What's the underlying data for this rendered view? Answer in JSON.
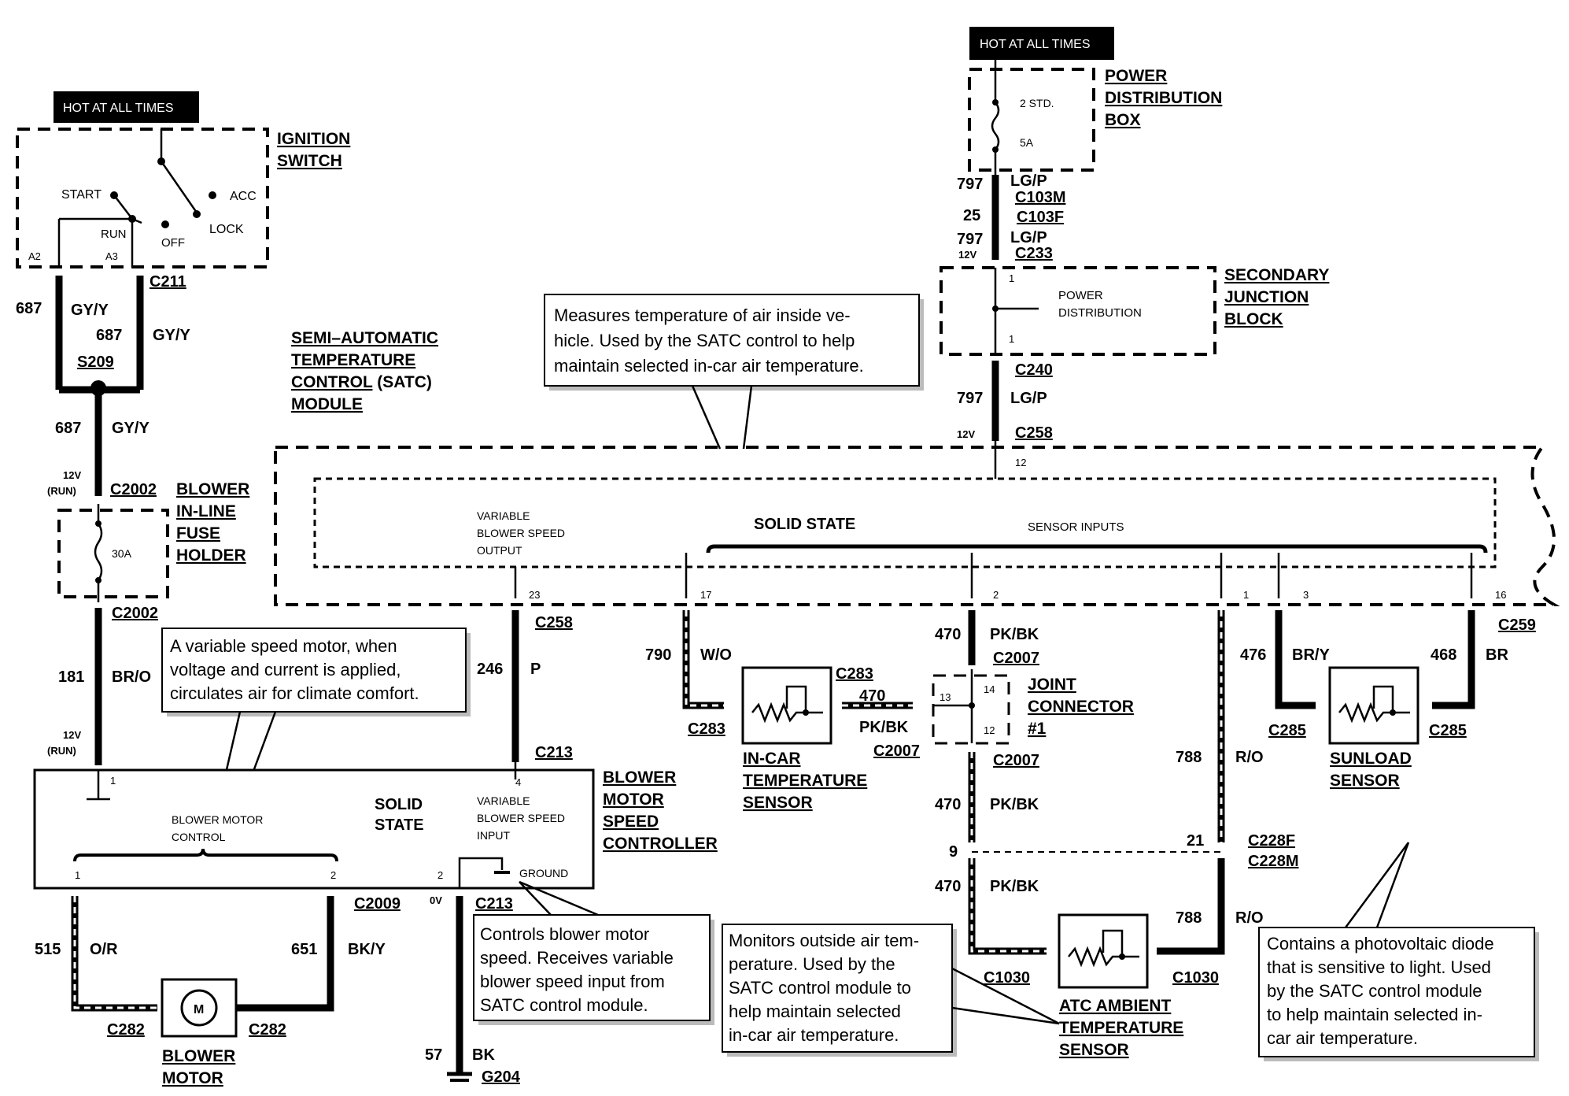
{
  "hot_labels": {
    "left": "HOT AT ALL TIMES",
    "right": "HOT AT ALL TIMES"
  },
  "ignition": {
    "title1": "IGNITION",
    "title2": "SWITCH",
    "start": "START",
    "acc": "ACC",
    "run": "RUN",
    "off": "OFF",
    "lock": "LOCK",
    "a2": "A2",
    "a3": "A3",
    "connector": "C211"
  },
  "left_circuit": {
    "w687a": "687",
    "gyy_a": "GY/Y",
    "w687b": "687",
    "gyy_b": "GY/Y",
    "splice": "S209",
    "w687c": "687",
    "gyy_c": "GY/Y",
    "v12_run_a": "12V",
    "run_a": "(RUN)",
    "c2002_a": "C2002",
    "fuse_amp": "30A",
    "c2002_b": "C2002",
    "w181": "181",
    "bro": "BR/O",
    "v12_run_b": "12V",
    "run_b": "(RUN)"
  },
  "fuse_holder": {
    "l1": "BLOWER",
    "l2": "IN-LINE",
    "l3": "FUSE",
    "l4": "HOLDER"
  },
  "satc": {
    "l1": "SEMI–AUTOMATIC",
    "l2": "TEMPERATURE",
    "l3": "CONTROL",
    "l3b": " (SATC)",
    "l4": "MODULE",
    "vbs_out1": "VARIABLE",
    "vbs_out2": "BLOWER SPEED",
    "vbs_out3": "OUTPUT",
    "solid_state": "SOLID STATE",
    "sensor_inputs": "SENSOR INPUTS",
    "pin23": "23",
    "pin17": "17",
    "pin2": "2",
    "pin1": "1",
    "pin3": "3",
    "pin16": "16",
    "pin12": "12",
    "c259": "C259"
  },
  "notes": {
    "incar": [
      "Measures temperature of air inside ve-",
      "hicle.  Used by the SATC control to help",
      "maintain selected in-car air temperature."
    ],
    "motor": [
      "A variable speed motor, when",
      "voltage and current is applied,",
      "circulates air for climate comfort."
    ],
    "controller": [
      "Controls blower motor",
      "speed.  Receives variable",
      "blower speed input from",
      "SATC control module."
    ],
    "ambient": [
      "Monitors outside air tem-",
      "perature. Used by the",
      "SATC control module to",
      "help maintain selected",
      "in-car air temperature."
    ],
    "sunload": [
      "Contains a photovoltaic diode",
      "that is sensitive to light.  Used",
      "by the  SATC control module",
      "to help maintain selected in-",
      "car air temperature."
    ]
  },
  "power_dist": {
    "l1": "POWER",
    "l2": "DISTRIBUTION",
    "l3": "BOX",
    "fuse": "2 STD.",
    "amp": "5A",
    "w797a": "797",
    "lgp_a": "LG/P",
    "c103m": "C103M",
    "w25": "25",
    "c103f": "C103F",
    "w797b": "797",
    "lgp_b": "LG/P",
    "v12a": "12V",
    "c233": "C233"
  },
  "sjb": {
    "l1": "SECONDARY",
    "l2": "JUNCTION",
    "l3": "BLOCK",
    "inner1": "POWER",
    "inner2": "DISTRIBUTION",
    "pin1a": "1",
    "pin1b": "1",
    "c240": "C240",
    "w797": "797",
    "lgp": "LG/P",
    "v12": "12V",
    "c258": "C258"
  },
  "blower_ctrl": {
    "c258": "C258",
    "w246": "246",
    "p": "P",
    "c213": "C213",
    "pin1": "1",
    "pin4": "4",
    "bmc1": "BLOWER MOTOR",
    "bmc2": "CONTROL",
    "ss1": "SOLID",
    "ss2": "STATE",
    "vbsi1": "VARIABLE",
    "vbsi2": "BLOWER SPEED",
    "vbsi3": "INPUT",
    "ground": "GROUND",
    "pin_b1": "1",
    "pin_b2": "2",
    "pin_2": "2",
    "t1": "BLOWER",
    "t2": "MOTOR",
    "t3": "SPEED",
    "t4": "CONTROLLER",
    "c2009": "C2009",
    "v0": "0V",
    "c213b": "C213",
    "w515": "515",
    "or": "O/R",
    "w651": "651",
    "bky": "BK/Y",
    "c282a": "C282",
    "c282b": "C282",
    "motor_m": "M",
    "bm1": "BLOWER",
    "bm2": "MOTOR",
    "w57": "57",
    "bk": "BK",
    "g204": "G204"
  },
  "incar_sensor": {
    "w790": "790",
    "wo": "W/O",
    "c283a": "C283",
    "c283b": "C283",
    "w470": "470",
    "pkbk": "PK/BK",
    "c2007": "C2007",
    "l1": "IN-CAR",
    "l2": "TEMPERATURE",
    "l3": "SENSOR"
  },
  "joint": {
    "w470a": "470",
    "pkbk_a": "PK/BK",
    "c2007a": "C2007",
    "p14": "14",
    "p13": "13",
    "p12": "12",
    "l1": "JOINT",
    "l2": "CONNECTOR",
    "l3": "#1",
    "c2007b": "C2007",
    "w470b": "470",
    "pkbk_b": "PK/BK",
    "n9": "9",
    "w470c": "470",
    "pkbk_c": "PK/BK",
    "c1030a": "C1030"
  },
  "ambient": {
    "w476": "476",
    "w788a": "788",
    "ro_a": "R/O",
    "n21": "21",
    "c228f": "C228F",
    "c228m": "C228M",
    "w788b": "788",
    "ro_b": "R/O",
    "c1030b": "C1030",
    "l1": "ATC AMBIENT",
    "l2": "TEMPERATURE",
    "l3": "SENSOR"
  },
  "sunload": {
    "bry": "BR/Y",
    "w468": "468",
    "br": "BR",
    "c285a": "C285",
    "c285b": "C285",
    "l1": "SUNLOAD",
    "l2": "SENSOR"
  }
}
